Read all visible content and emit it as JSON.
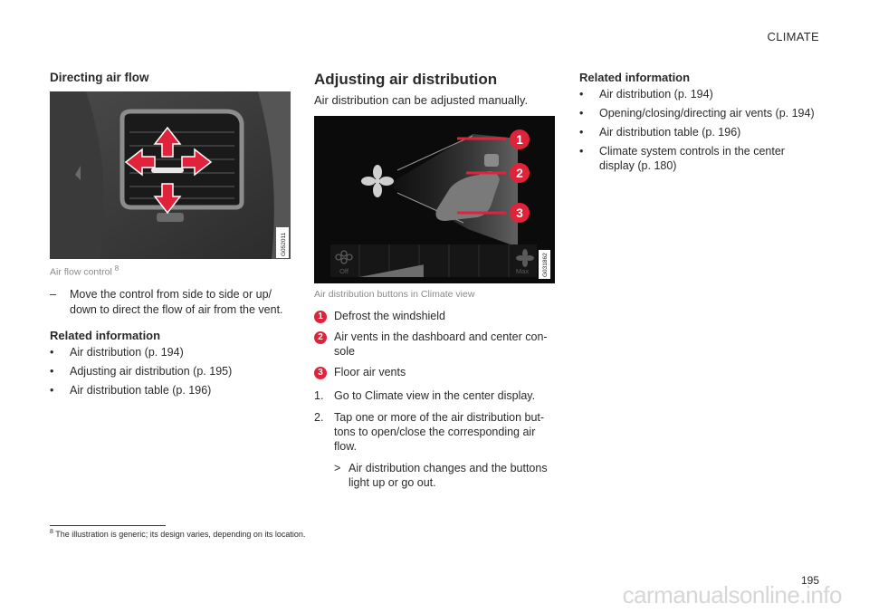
{
  "header": {
    "section": "CLIMATE"
  },
  "col1": {
    "heading": "Directing air flow",
    "figure_code": "G052011",
    "caption": "Air flow control",
    "caption_ref": "8",
    "instruction_mark": "–",
    "instruction": "Move the control from side to side or up/ down to direct the flow of air from the vent.",
    "related_title": "Related information",
    "related": [
      "Air distribution (p. 194)",
      "Adjusting air distribution (p. 195)",
      "Air distribution table (p. 196)"
    ]
  },
  "col2": {
    "heading": "Adjusting air distribution",
    "lead": "Air distribution can be adjusted manually.",
    "figure": {
      "code": "G031862",
      "off_label": "Off",
      "max_label": "Max",
      "level_fraction": 0.43
    },
    "caption": "Air distribution buttons in Climate view",
    "legend": [
      {
        "num": "1",
        "text": "Defrost the windshield"
      },
      {
        "num": "2",
        "text": "Air vents in the dashboard and center con- sole"
      },
      {
        "num": "3",
        "text": "Floor air vents"
      }
    ],
    "steps": [
      {
        "num": "1.",
        "text": "Go to Climate view in the center display."
      },
      {
        "num": "2.",
        "text": "Tap one or more of the air distribution but- tons to open/close the corresponding air flow."
      }
    ],
    "result_mark": ">",
    "result": "Air distribution changes and the buttons light up or go out."
  },
  "col3": {
    "related_title": "Related information",
    "related": [
      "Air distribution (p. 194)",
      "Opening/closing/directing air vents (p. 194)",
      "Air distribution table (p. 196)",
      "Climate system controls in the center display (p. 180)"
    ]
  },
  "footnote": {
    "ref": "8",
    "text": "The illustration is generic; its design varies, depending on its location."
  },
  "page_number": "195",
  "watermark": "carmanualsonline.info",
  "bullet": "•",
  "colors": {
    "accent_red": "#e0233a"
  }
}
